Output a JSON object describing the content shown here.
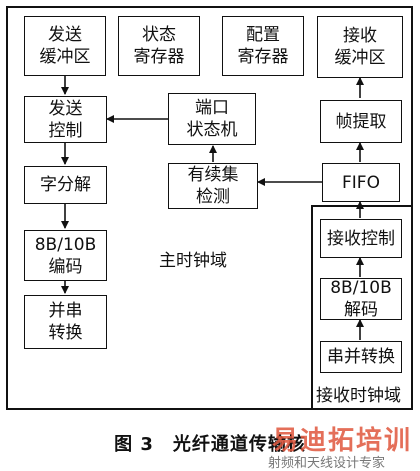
{
  "boxes": {
    "send_buffer": "发送\n缓冲区",
    "status_register": "状态\n寄存器",
    "config_register": "配置\n寄存器",
    "recv_buffer": "接收\n缓冲区",
    "send_control": "发送\n控制",
    "port_state_machine": "端口\n状态机",
    "frame_extract": "帧提取",
    "word_split": "字分解",
    "ordered_set_detect": "有续集\n检测",
    "fifo": "FIFO",
    "encode_8b10b": "8B/10B\n编码",
    "recv_control": "接收控制",
    "serializer": "并串\n转换",
    "decode_8b10b": "8B/10B\n解码",
    "deserializer": "串并转换"
  },
  "labels": {
    "main_clock_domain": "主时钟域",
    "recv_clock_domain": "接收时钟域"
  },
  "caption": "图 3　光纤通道传输核",
  "watermark": {
    "brand": "易迪拓培训",
    "subtitle": "射频和天线设计专家"
  },
  "colors": {
    "line": "#111111",
    "watermark": "#e0563d"
  }
}
